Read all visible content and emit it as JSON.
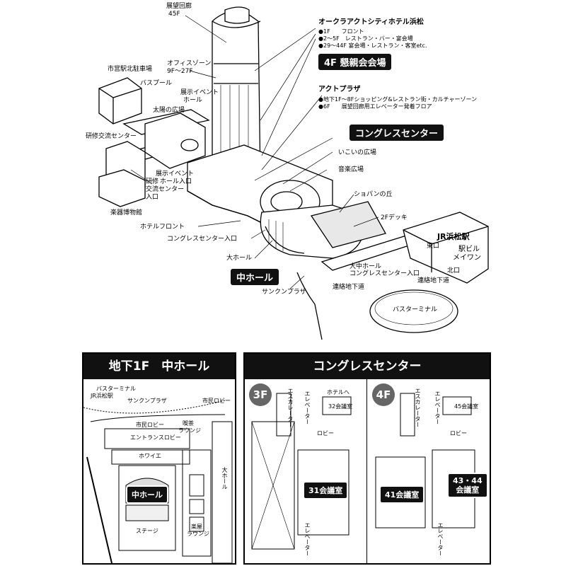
{
  "top_map": {
    "labels": {
      "observation_corridor": "展望回廊",
      "observation_floor": "45F",
      "office_zone": "オフィスゾーン",
      "office_floors": "9F～27F",
      "city_north_parking": "市営駅北駐車場",
      "bus_pool": "バスプール",
      "exhibition_hall": "展示イベント",
      "exhibition_hall2": "ホール",
      "sun_plaza": "太陽の広場",
      "training_center": "研修交流センター",
      "exhibition_entrance1": "展示イベント",
      "exhibition_entrance2": "ホール入口",
      "training_entrance1": "研修",
      "training_entrance2": "交流センター",
      "training_entrance3": "入口",
      "instrument_museum": "楽器博物館",
      "hotel_front": "ホテルフロント",
      "congress_entrance": "コングレスセンター入口",
      "large_hall": "大ホール",
      "sunken_plaza": "サンクンプラザ",
      "ikoi_plaza": "いこいの広場",
      "music_plaza": "音楽広場",
      "chopin_hill": "ショパンの丘",
      "deck_2f": "2Fデッキ",
      "jr_station": "JR浜松駅",
      "east_exit": "東口",
      "station_building1": "駅ビル",
      "station_building2": "メイワン",
      "north_exit": "北口",
      "underground_pass": "連絡地下道",
      "underground_pass2": "連絡地下道",
      "bus_terminal": "バスターミナル",
      "mid_hall_entrance1": "大中ホール",
      "mid_hall_entrance2": "コングレスセンター入口"
    },
    "hotel": {
      "title": "オークラアクトシティホテル浜松",
      "lines": [
        "●1F　　フロント",
        "●2～5F　レストラン・バー・宴会場",
        "●29～44F 宴会場・レストラン・客室etc."
      ]
    },
    "act_plaza": {
      "title": "アクトプラザ",
      "lines": [
        "●地下1F～8Fショッピング&レストラン街・カルチャーゾーン",
        "●6F　　展望回廊用エレベーター発着フロア"
      ]
    },
    "tags": {
      "banquet": "4F 懇親会会場",
      "congress": "コングレスセンター",
      "mid_hall": "中ホール"
    }
  },
  "panel_b1": {
    "title": "地下1F　中ホール",
    "labels": {
      "bus_terminal": "バスターミナル",
      "jr_station": "JR浜松駅",
      "sunken_plaza": "サンクンプラザ",
      "citizen_lobby_right": "市民ロビー",
      "citizen_lobby": "市民ロビー",
      "cafe1": "喫茶",
      "cafe2": "ラウンジ",
      "entrance_lobby": "エントランスロビー",
      "foyer": "ホワイエ",
      "mid_hall": "中ホール",
      "stage": "ステージ",
      "large_hall": "大ホール",
      "music_lounge1": "楽屋",
      "music_lounge2": "ラウンジ"
    }
  },
  "panel_congress": {
    "title": "コングレスセンター",
    "floor3": {
      "badge": "3F",
      "escalator": "エスカレーター",
      "elevator_top": "エレベーター",
      "elevator_bottom": "エレベーター",
      "to_hotel": "ホテルへ",
      "room32": "32会議室",
      "lobby": "ロビー",
      "room31": "31会議室"
    },
    "floor4": {
      "badge": "4F",
      "escalator": "エスカレーター",
      "elevator_top": "エレベーター",
      "elevator_bottom": "エレベーター",
      "room45": "45会議室",
      "lobby": "ロビー",
      "room41": "41会議室",
      "room4344a": "43・44",
      "room4344b": "会議室"
    }
  }
}
